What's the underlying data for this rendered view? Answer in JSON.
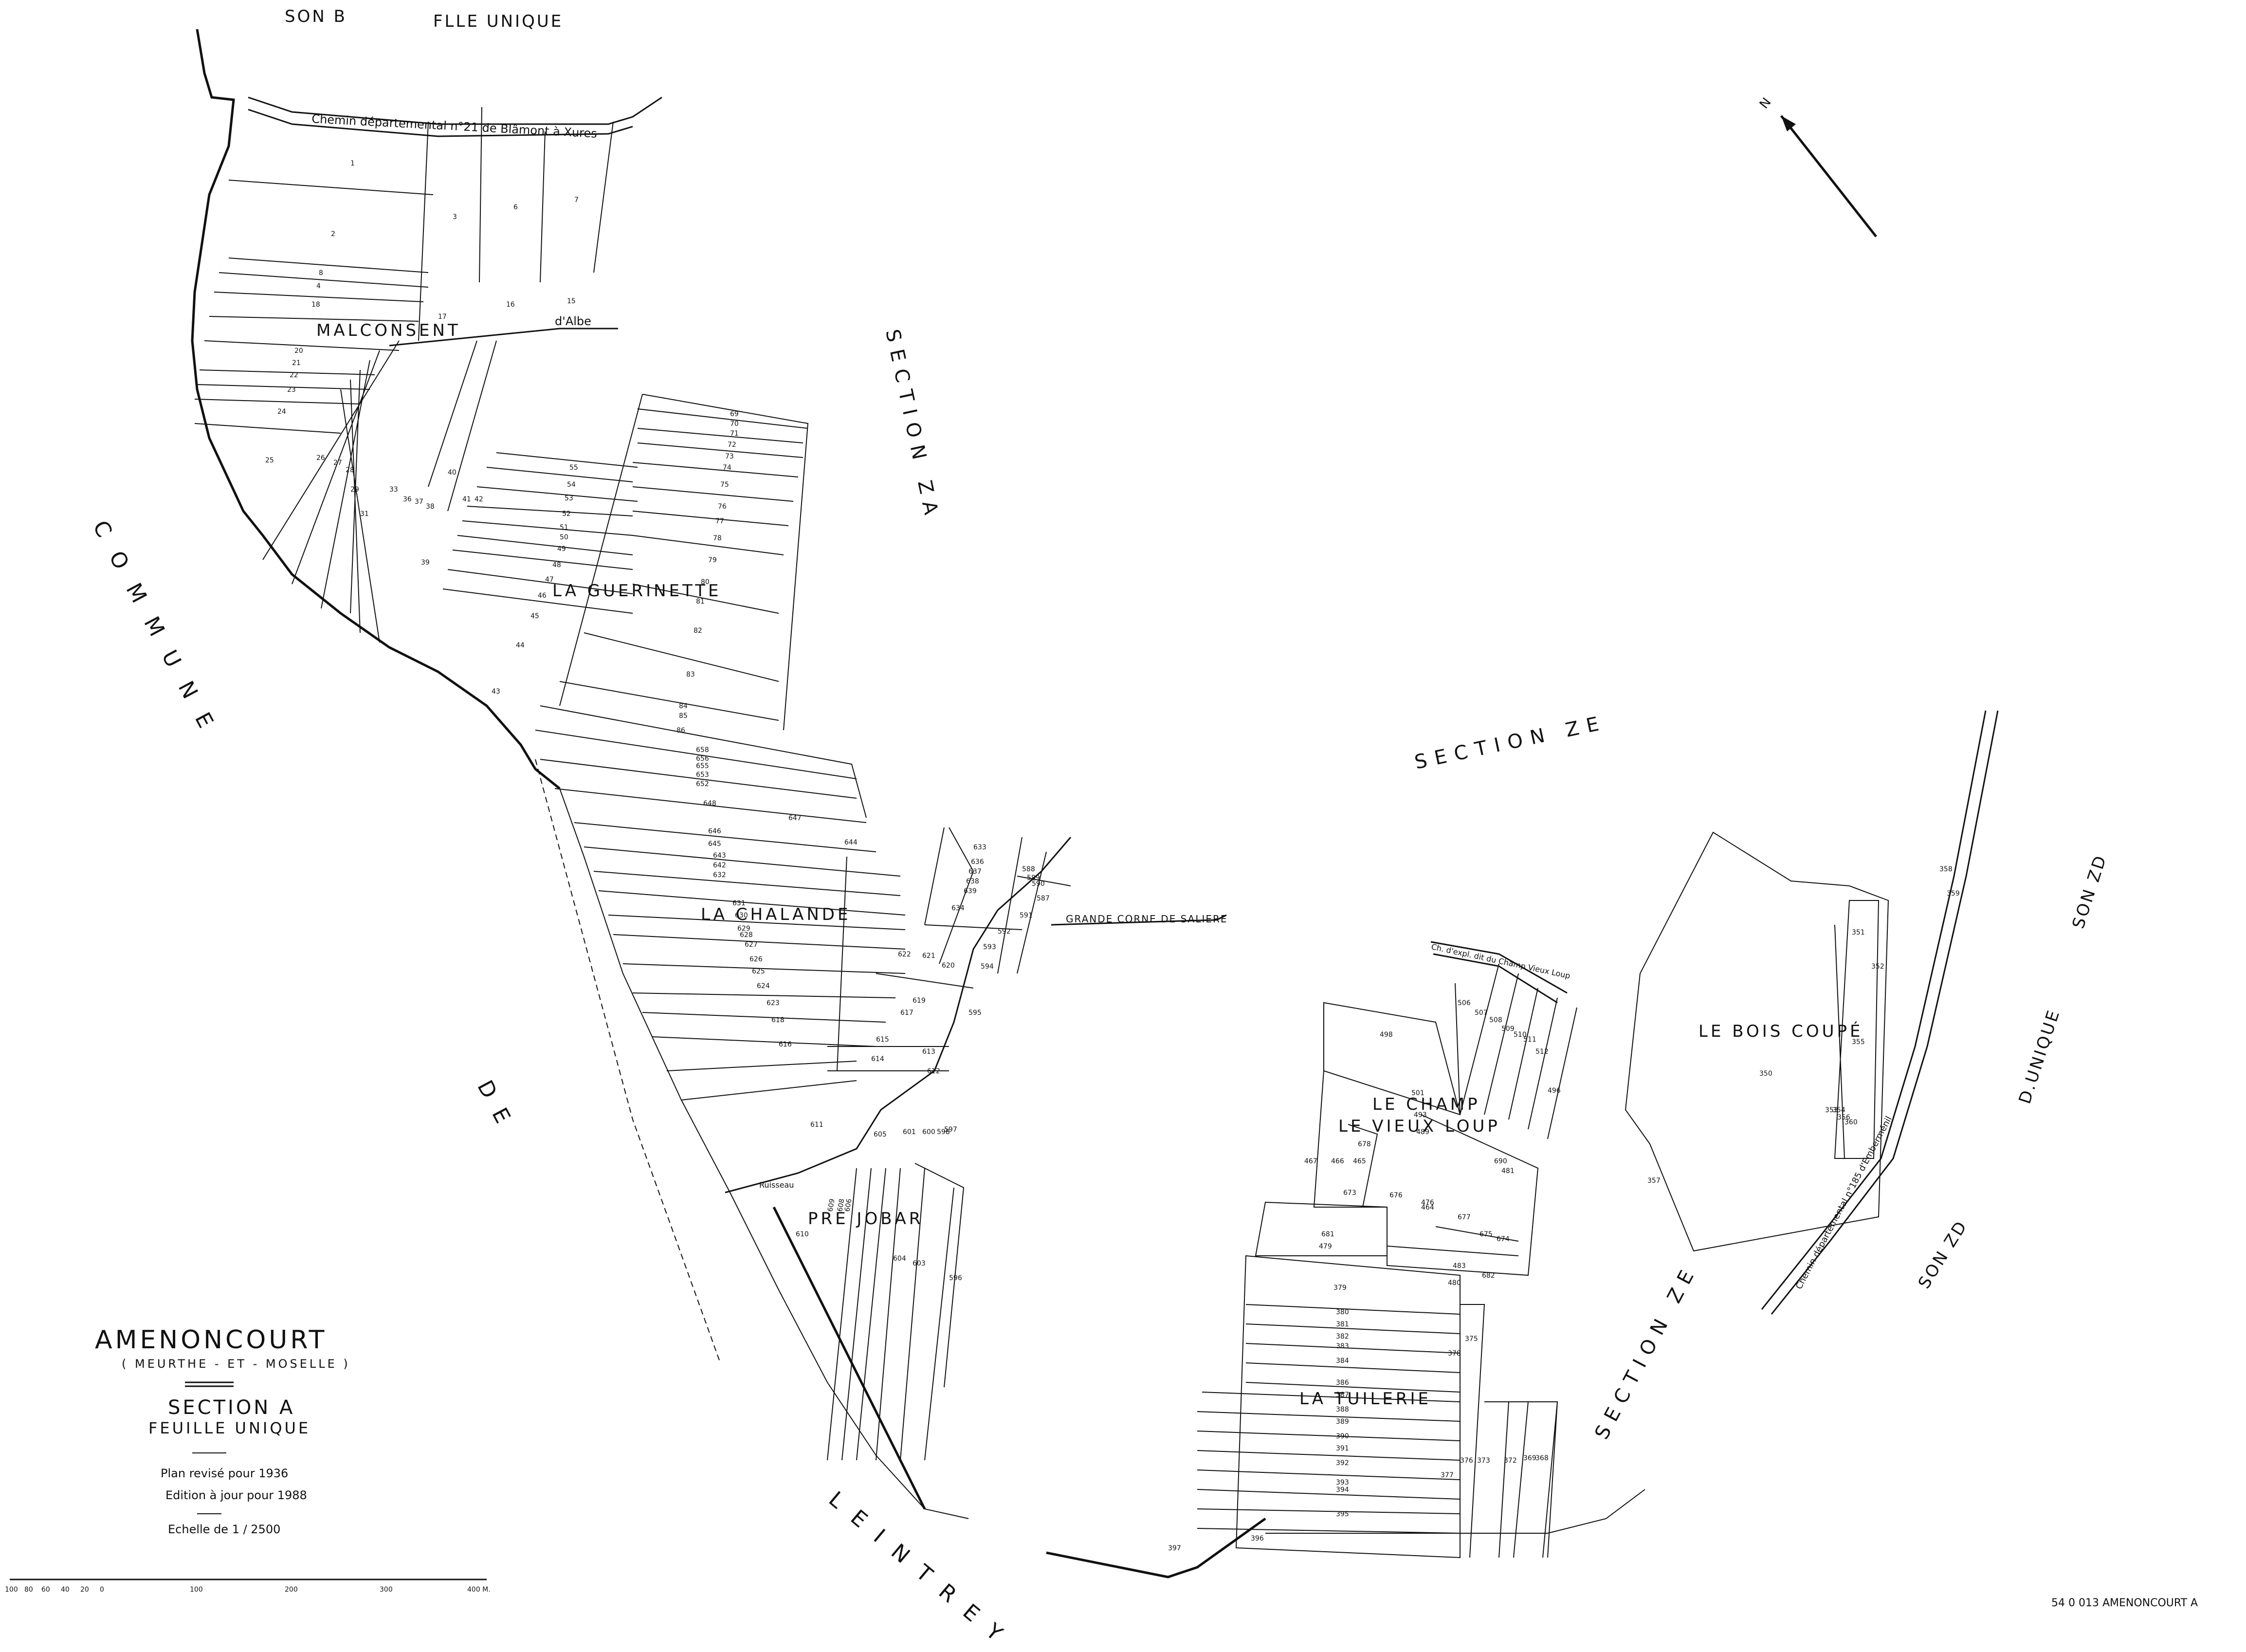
{
  "adjacent": {
    "section_b": "SON B",
    "feuille_unique_top": "FLLE UNIQUE",
    "section_za": "SECTION ZA",
    "section_ze_mid": "SECTION ZE",
    "section_ze_low": "SECTION ZE",
    "section_zd_upper": "SON ZD",
    "d_unique": "D.UNIQUE",
    "section_zd_lower": "SON ZD",
    "commune_words": [
      "COMMUNE",
      "DE",
      "LEINTREY"
    ]
  },
  "localities": [
    {
      "id": "malconsent",
      "name": "MALCONSENT"
    },
    {
      "id": "guerinette",
      "name": "LA GUERINETTE"
    },
    {
      "id": "chalande",
      "name": "LA CHALANDE"
    },
    {
      "id": "pre-jobar",
      "name": "PRE JOBAR"
    },
    {
      "id": "champ",
      "name": "LE CHAMP"
    },
    {
      "id": "vieux-loup",
      "name": "LE VIEUX LOUP"
    },
    {
      "id": "tuilerie",
      "name": "LA TUILERIE"
    },
    {
      "id": "bois-coupe",
      "name": "LE BOIS COUPÉ"
    }
  ],
  "roads": {
    "cd21": "Chemin départemental n°21 de Blâmont à Xures",
    "ruisseau_albe": "d'Albe",
    "ruisseau": "Ruisseau",
    "grande_corne": "GRANDE CORNE DE SALIERE",
    "champ_vieux_loup": "Ch. d'expl. dit du Champ Vieux Loup",
    "cd185": "Chemin départemental n°185 d'Emberménil"
  },
  "parcels": {
    "top": [
      "1",
      "2",
      "3",
      "6",
      "7",
      "8",
      "4",
      "18",
      "15",
      "16",
      "17",
      "20",
      "21",
      "22",
      "23",
      "24",
      "25",
      "26",
      "27",
      "28",
      "29",
      "31",
      "33",
      "36",
      "37",
      "38",
      "39",
      "40",
      "41",
      "42"
    ],
    "guerinette": [
      "55",
      "54",
      "53",
      "52",
      "51",
      "50",
      "49",
      "48",
      "47",
      "46",
      "45",
      "44",
      "43",
      "69",
      "70",
      "71",
      "72",
      "73",
      "74",
      "75",
      "76",
      "77",
      "78",
      "79",
      "80",
      "81",
      "82",
      "83",
      "84",
      "85",
      "86"
    ],
    "chalande": [
      "658",
      "656",
      "655",
      "653",
      "652",
      "648",
      "647",
      "646",
      "645",
      "644",
      "643",
      "642",
      "632",
      "631",
      "630",
      "629",
      "628",
      "627",
      "626",
      "625",
      "624",
      "623",
      "618",
      "616",
      "611"
    ],
    "center": [
      "633",
      "636",
      "637",
      "638",
      "639",
      "634",
      "622",
      "621",
      "620",
      "619",
      "617",
      "615",
      "614",
      "613",
      "612",
      "595",
      "594",
      "593",
      "592",
      "591",
      "587",
      "588",
      "589",
      "590",
      "610",
      "609",
      "608",
      "606",
      "605",
      "604",
      "603",
      "601",
      "600",
      "598",
      "597",
      "596"
    ],
    "vieux_loup": [
      "506",
      "507",
      "508",
      "509",
      "510",
      "511",
      "512",
      "496",
      "498",
      "501",
      "493",
      "489",
      "467",
      "466",
      "465",
      "678",
      "673",
      "676",
      "677",
      "675",
      "674",
      "690",
      "681",
      "682",
      "464",
      "483",
      "480",
      "481",
      "476",
      "479"
    ],
    "tuilerie": [
      "379",
      "380",
      "381",
      "382",
      "383",
      "384",
      "386",
      "387",
      "388",
      "389",
      "390",
      "391",
      "392",
      "393",
      "394",
      "395",
      "397",
      "375",
      "376",
      "377",
      "378",
      "373",
      "372",
      "369",
      "368",
      "396"
    ],
    "bois_coupe": [
      "350",
      "351",
      "352",
      "353",
      "354",
      "355",
      "356",
      "357",
      "358",
      "359",
      "360"
    ]
  },
  "cartouche": {
    "commune": "AMENONCOURT",
    "department": "( MEURTHE - ET - MOSELLE )",
    "section": "SECTION A",
    "sheet": "FEUILLE UNIQUE",
    "revised": "Plan revisé pour 1936",
    "edition": "Edition à jour pour 1988",
    "scale": "Echelle de 1 / 2500"
  },
  "scale_bar": {
    "ticks": [
      "100",
      "80",
      "60",
      "40",
      "20",
      "0",
      "100",
      "200",
      "300",
      "400 M."
    ]
  },
  "north_letter": "N",
  "reference": "54 0 013  AMENONCOURT  A"
}
